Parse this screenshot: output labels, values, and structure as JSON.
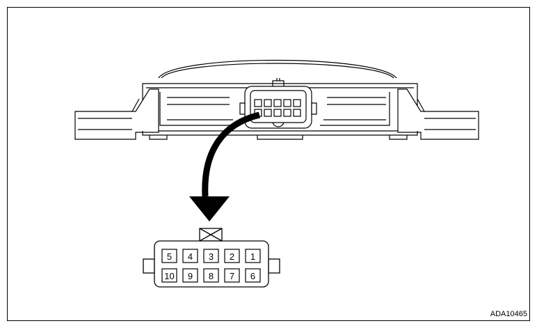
{
  "figure": {
    "code": "ADA10465"
  },
  "connector": {
    "pins_top": [
      "5",
      "4",
      "3",
      "2",
      "1"
    ],
    "pins_bottom": [
      "10",
      "9",
      "8",
      "7",
      "6"
    ]
  }
}
